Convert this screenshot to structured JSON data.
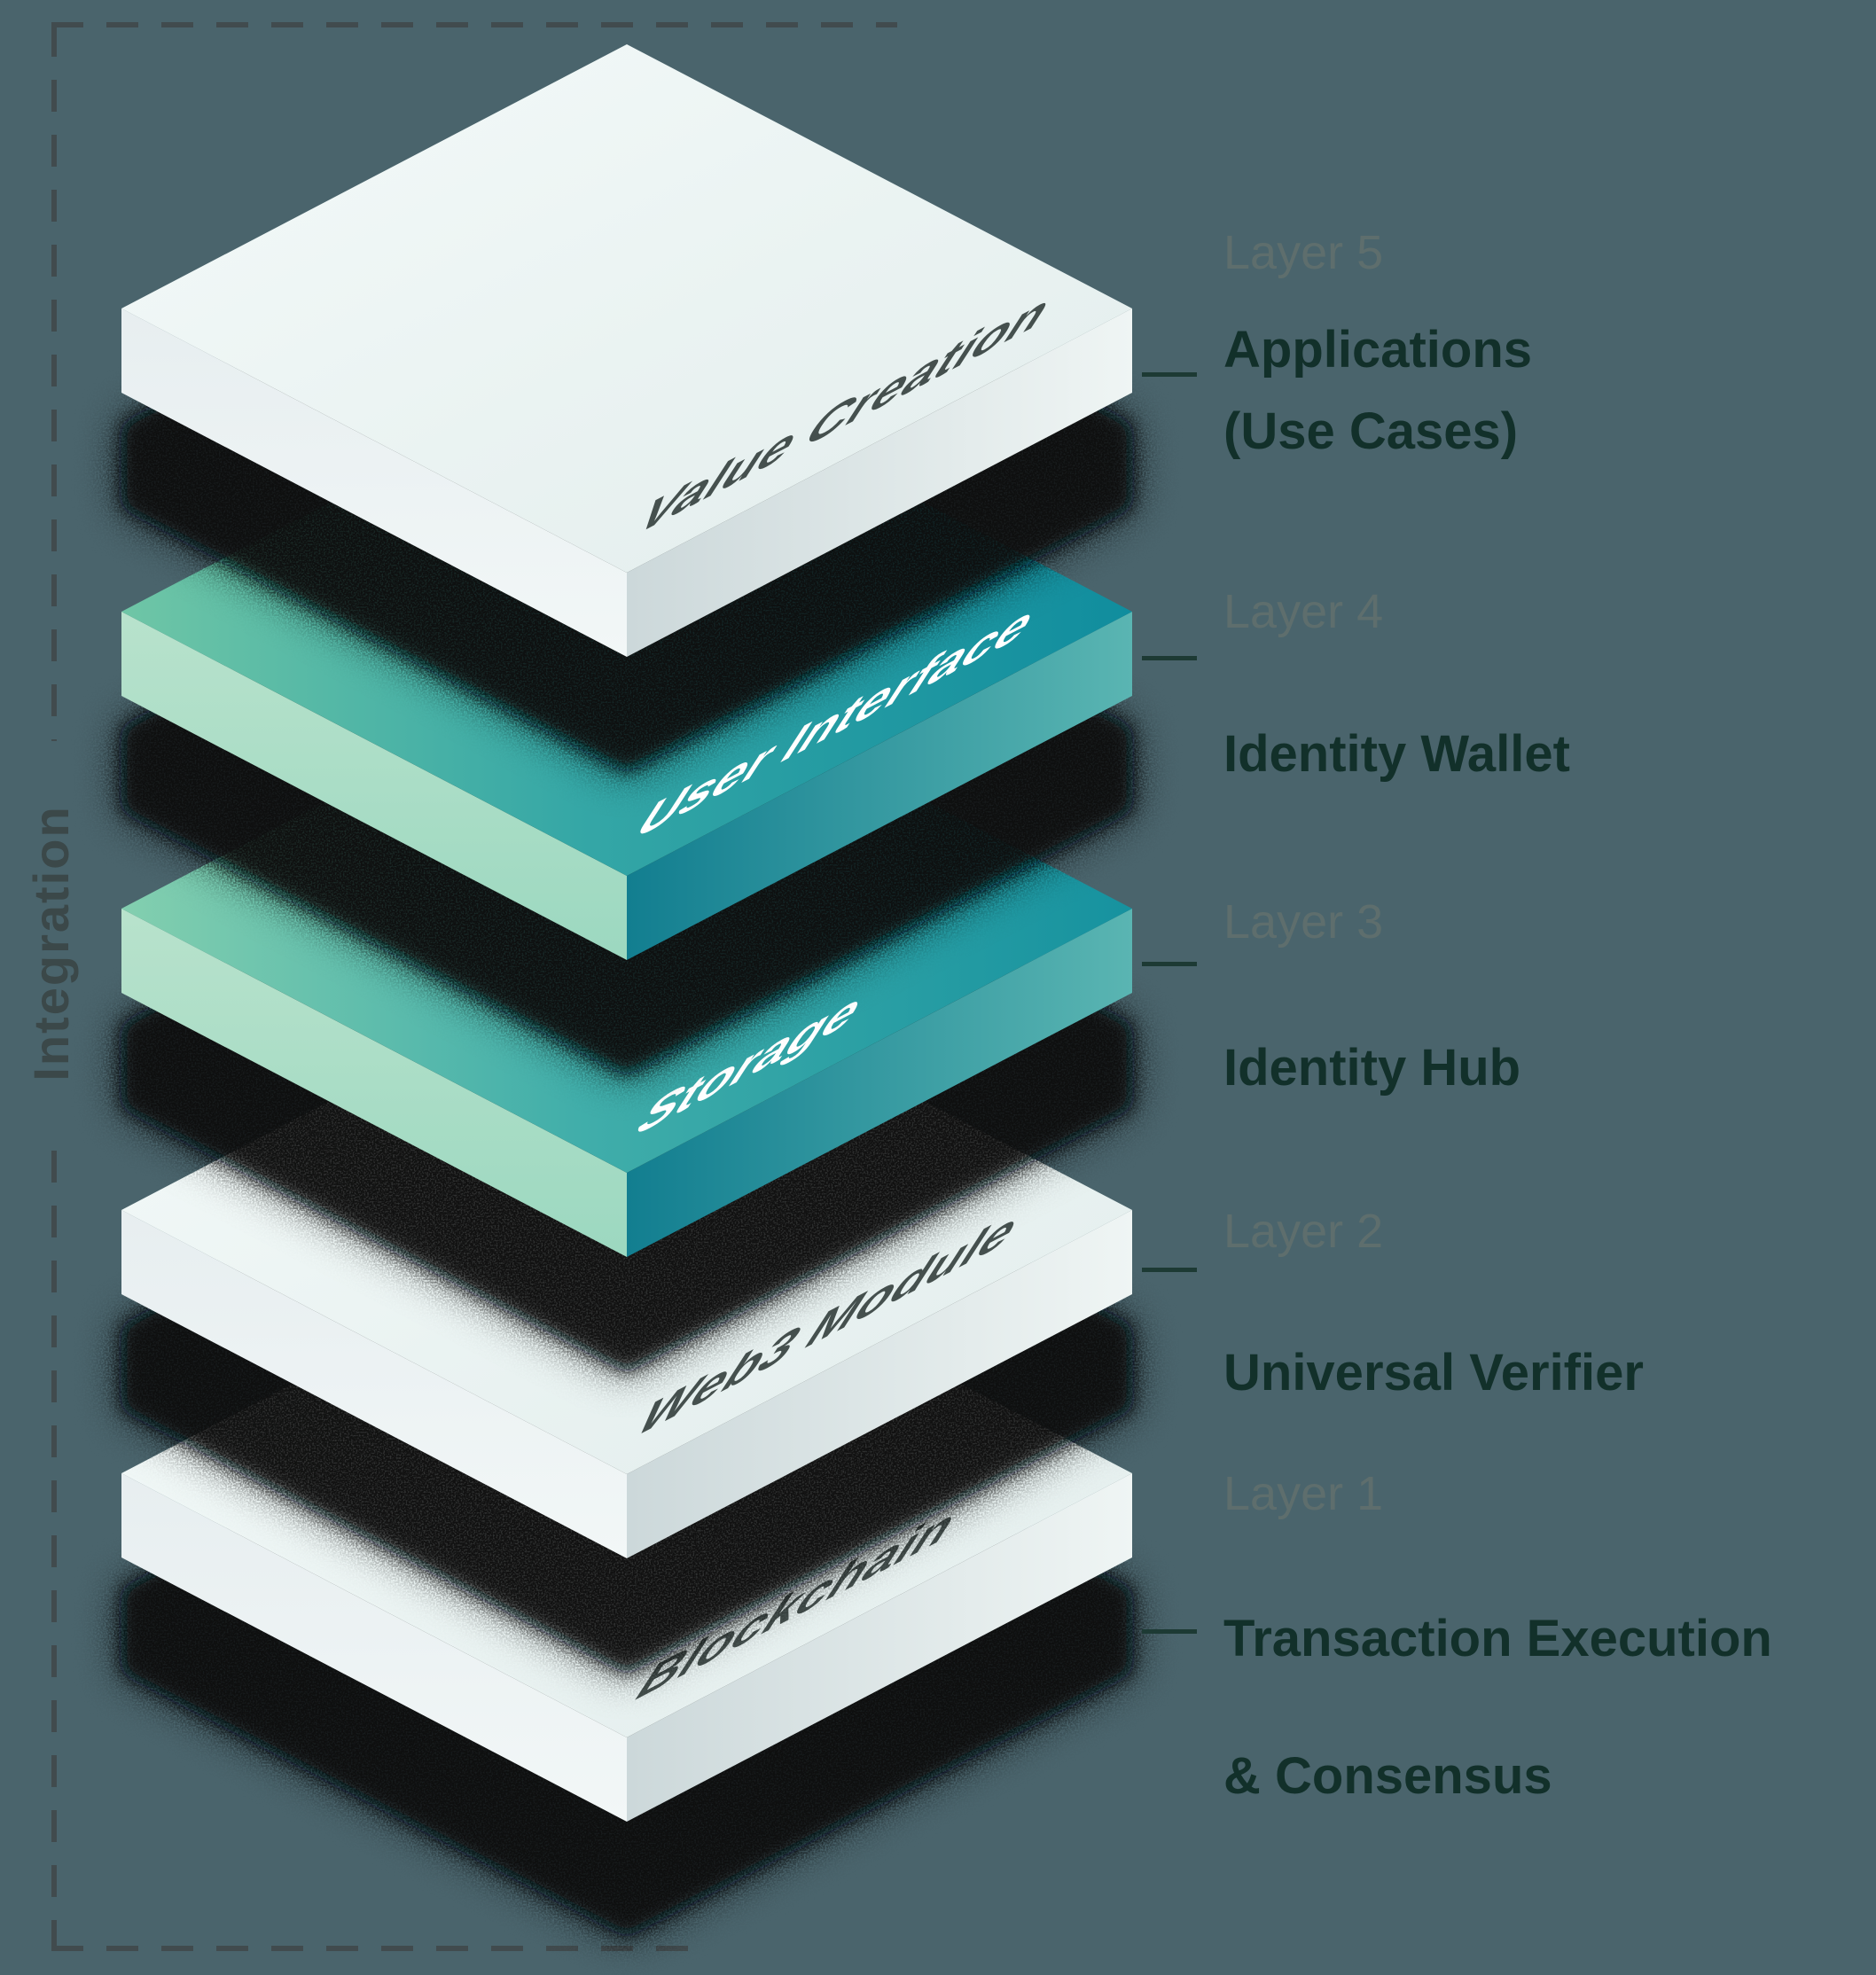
{
  "diagram": {
    "background_color": "#4a646c",
    "integration_label": "Integration",
    "colors": {
      "teal_deep": "#108d9e",
      "mint": "#83cfaf",
      "title_text": "#12302a",
      "layer_label_text": "#5e6e6d",
      "face_text_dark": "#45504e",
      "face_text_light": "#ffffff",
      "dashed_frame": "#414b4e",
      "tick": "#1d3a34"
    },
    "layers": [
      {
        "layer_label": "Layer 5",
        "face_label": "Value Creation",
        "title_line1": "Applications",
        "title_line2": "(Use Cases)",
        "style": "light"
      },
      {
        "layer_label": "Layer 4",
        "face_label": "User Interface",
        "title_line1": "Identity Wallet",
        "style": "teal"
      },
      {
        "layer_label": "Layer 3",
        "face_label": "Storage",
        "title_line1": "Identity Hub",
        "style": "teal"
      },
      {
        "layer_label": "Layer 2",
        "face_label": "Web3 Module",
        "title_line1": "Universal Verifier",
        "style": "light"
      },
      {
        "layer_label": "Layer 1",
        "face_label": "Blockchain",
        "title_line1": "Transaction Execution",
        "title_line2": "& Consensus",
        "style": "light"
      }
    ]
  }
}
